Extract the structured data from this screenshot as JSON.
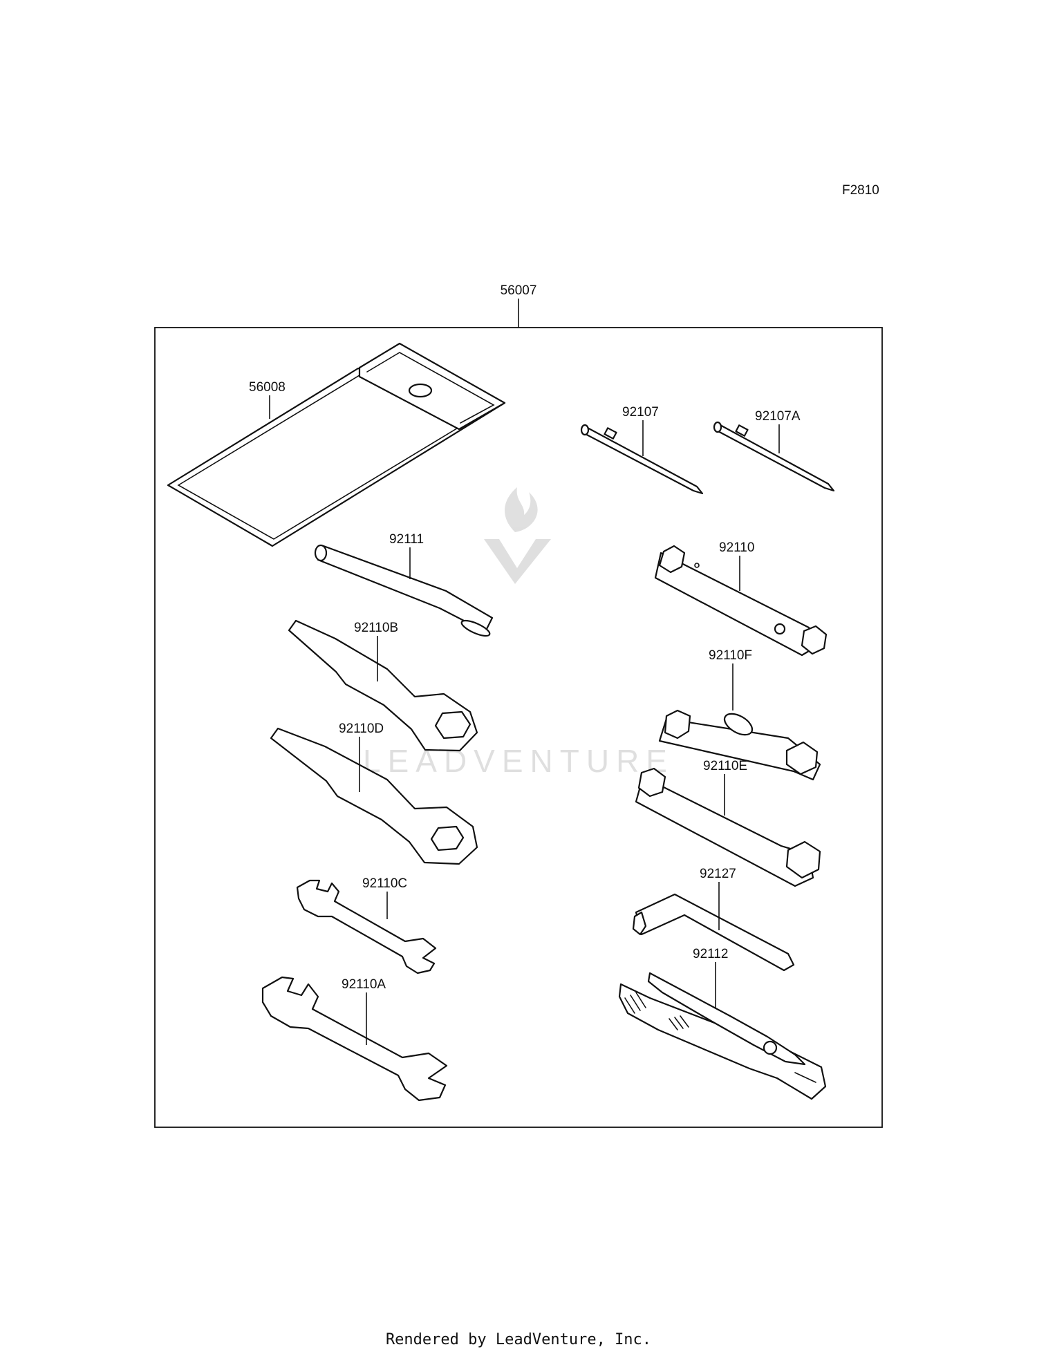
{
  "diagram_code": "F2810",
  "assembly": {
    "part_number": "56007"
  },
  "parts": {
    "p56008": "56008",
    "p92107": "92107",
    "p92107A": "92107A",
    "p92111": "92111",
    "p92110": "92110",
    "p92110B": "92110B",
    "p92110F": "92110F",
    "p92110D": "92110D",
    "p92110E": "92110E",
    "p92110C": "92110C",
    "p92127": "92127",
    "p92110A": "92110A",
    "p92112": "92112"
  },
  "watermark": "LEADVENTURE",
  "footer": "Rendered by LeadVenture, Inc."
}
